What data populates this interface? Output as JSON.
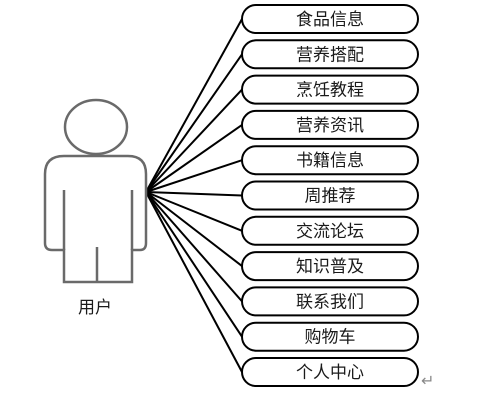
{
  "diagram": {
    "actor": {
      "label": "用户"
    },
    "use_cases": [
      {
        "label": "食品信息"
      },
      {
        "label": "营养搭配"
      },
      {
        "label": "烹饪教程"
      },
      {
        "label": "营养资讯"
      },
      {
        "label": "书籍信息"
      },
      {
        "label": "周推荐"
      },
      {
        "label": "交流论坛"
      },
      {
        "label": "知识普及"
      },
      {
        "label": "联系我们"
      },
      {
        "label": "购物车"
      },
      {
        "label": "个人中心"
      }
    ],
    "trailing_mark": "↵"
  }
}
